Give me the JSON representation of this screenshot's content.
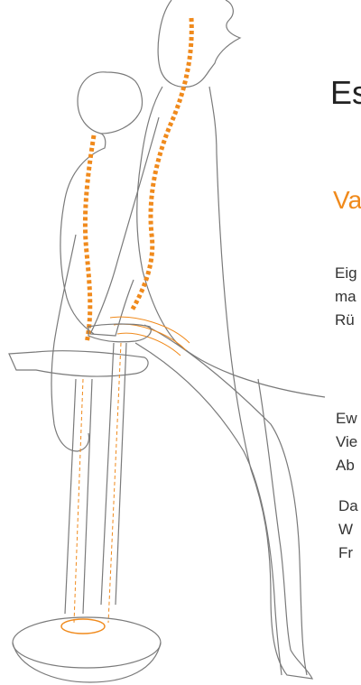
{
  "heading": "Es",
  "subheading": "Va",
  "paragraphs": [
    [
      "Eig",
      "ma",
      "Rü"
    ],
    [
      "Ew",
      "Vie",
      "Ab"
    ],
    [
      "Da",
      "W",
      "Fr"
    ]
  ],
  "colors": {
    "accent": "#f08a1c",
    "outline": "#6b6b6b",
    "text": "#333333"
  }
}
